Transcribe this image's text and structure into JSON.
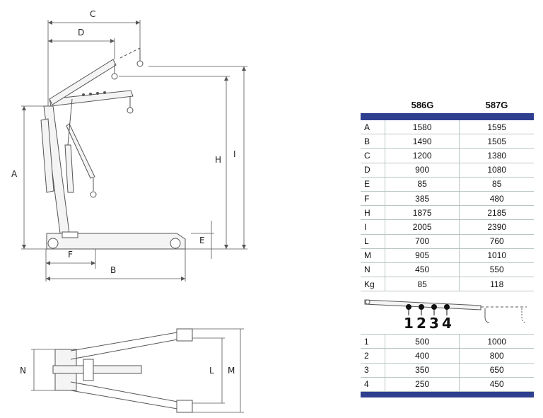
{
  "dimension_labels": {
    "A": "A",
    "B": "B",
    "C": "C",
    "D": "D",
    "E": "E",
    "F": "F",
    "H": "H",
    "I": "I",
    "L": "L",
    "M": "M",
    "N": "N"
  },
  "colors": {
    "accent_bar": "#2e3f8f",
    "grid_line": "#b9c6c1",
    "line": "#555555"
  },
  "table": {
    "headers": [
      "",
      "586G",
      "587G"
    ],
    "rows": [
      [
        "A",
        "1580",
        "1595"
      ],
      [
        "B",
        "1490",
        "1505"
      ],
      [
        "C",
        "1200",
        "1380"
      ],
      [
        "D",
        "900",
        "1080"
      ],
      [
        "E",
        "85",
        "85"
      ],
      [
        "F",
        "385",
        "480"
      ],
      [
        "H",
        "1875",
        "2185"
      ],
      [
        "I",
        "2005",
        "2390"
      ],
      [
        "L",
        "700",
        "760"
      ],
      [
        "M",
        "905",
        "1010"
      ],
      [
        "N",
        "450",
        "550"
      ],
      [
        "Kg",
        "85",
        "118"
      ]
    ],
    "boom_positions": [
      "1",
      "2",
      "3",
      "4"
    ],
    "capacity_rows": [
      [
        "1",
        "500",
        "1000"
      ],
      [
        "2",
        "400",
        "800"
      ],
      [
        "3",
        "350",
        "650"
      ],
      [
        "4",
        "250",
        "450"
      ]
    ]
  }
}
